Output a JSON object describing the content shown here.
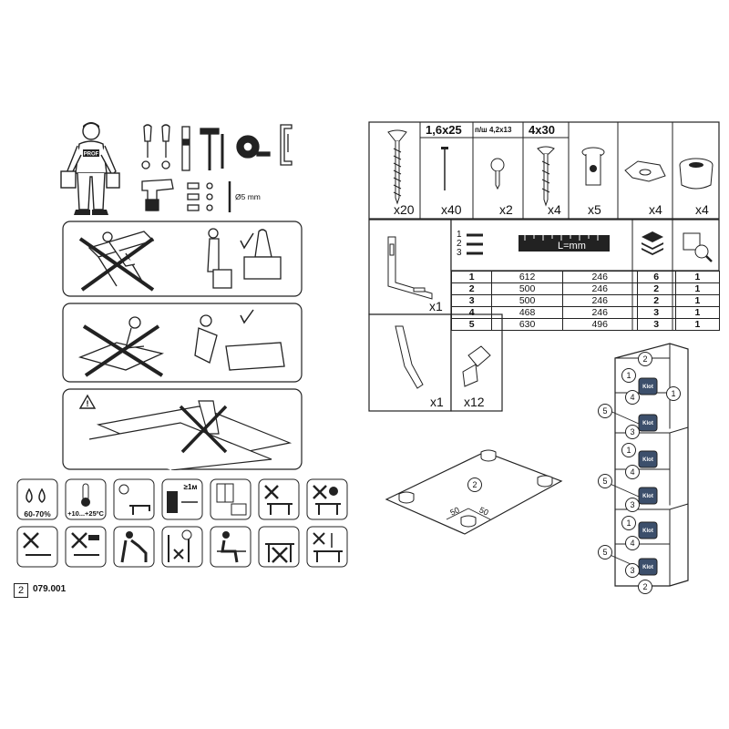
{
  "page": {
    "number": "2",
    "code": "079.001"
  },
  "tools": {
    "drill_bit_label": "Ø5 mm",
    "worker_label": "PROF"
  },
  "conditions": {
    "humidity": "60-70%",
    "temperature": "+10...+25ºC",
    "distance": "≥1м"
  },
  "hardware": {
    "headers": {
      "confirmat": "",
      "nail": "1,6x25",
      "screw_small": "п/ш 4,2x13",
      "screw": "4x30"
    },
    "counts": {
      "confirmat": "x20",
      "nail": "x40",
      "screw_small": "x2",
      "screw": "x4",
      "cap": "x5",
      "bracket": "x4",
      "leg": "x4"
    },
    "angle_bracket": "x1",
    "hex_key": "x1",
    "shelf_pin": "x12"
  },
  "parts_table": {
    "legend_numbers": [
      "1",
      "2",
      "3"
    ],
    "ruler_label": "L=mm",
    "rows": [
      {
        "no": "1",
        "length": "612",
        "width": "246",
        "qty": "6",
        "pack": "1"
      },
      {
        "no": "2",
        "length": "500",
        "width": "246",
        "qty": "2",
        "pack": "1"
      },
      {
        "no": "3",
        "length": "500",
        "width": "246",
        "qty": "2",
        "pack": "1"
      },
      {
        "no": "4",
        "length": "468",
        "width": "246",
        "qty": "3",
        "pack": "1"
      },
      {
        "no": "5",
        "length": "630",
        "width": "496",
        "qty": "3",
        "pack": "1"
      }
    ]
  },
  "base_diagram": {
    "panel": "2",
    "dim_a": "50",
    "dim_b": "50"
  },
  "assembly": {
    "labels_top": [
      "2",
      "1",
      "4",
      "1",
      "5",
      "3"
    ],
    "labels_mid": [
      "1",
      "4",
      "5",
      "3"
    ],
    "labels_low": [
      "1",
      "4",
      "5",
      "3",
      "2"
    ],
    "tag": "Klot"
  }
}
